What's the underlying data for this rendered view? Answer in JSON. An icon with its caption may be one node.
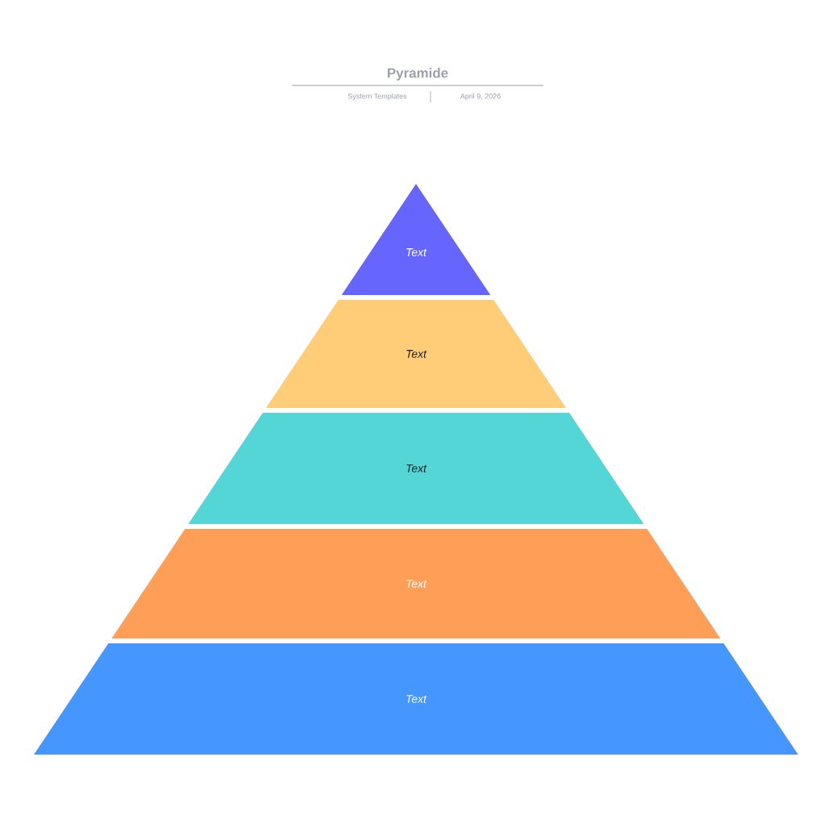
{
  "diagram": {
    "title": "Pyramide",
    "nodes": [
      {
        "text": [
          "Text"
        ]
      },
      {
        "text": [
          "Text"
        ]
      },
      {
        "text": [
          "Text"
        ]
      },
      {
        "text": [
          "Text"
        ]
      },
      {
        "text": [
          "Text"
        ]
      }
    ],
    "labels": [
      "System Templates",
      "April 9, 2026"
    ]
  }
}
